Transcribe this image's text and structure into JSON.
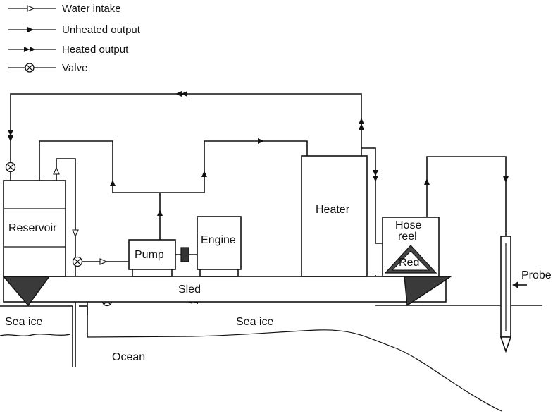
{
  "legend": {
    "water_intake": "Water intake",
    "unheated_output": "Unheated output",
    "heated_output": "Heated output",
    "valve": "Valve"
  },
  "labels": {
    "reservoir": "Reservoir",
    "pump": "Pump",
    "engine": "Engine",
    "heater": "Heater",
    "hose_reel_line1": "Hose",
    "hose_reel_line2": "reel",
    "reel": "Red",
    "sled": "Sled",
    "sea_ice_left": "Sea ice",
    "sea_ice_main": "Sea ice",
    "ocean": "Ocean",
    "probe": "Probe"
  }
}
